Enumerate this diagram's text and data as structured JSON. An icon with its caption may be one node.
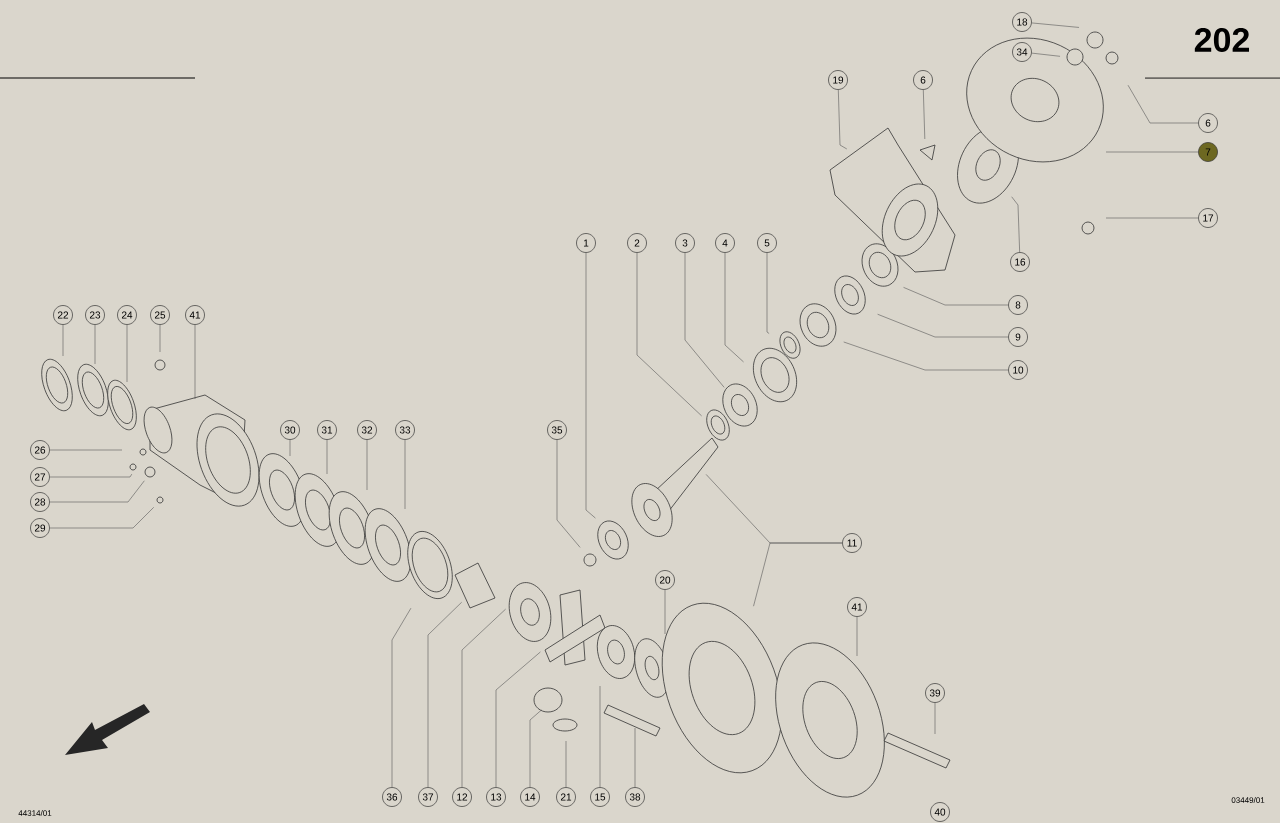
{
  "diagram": {
    "nodes": [
      {
        "text": [
          "18"
        ]
      },
      {
        "text": [
          "34"
        ]
      },
      {
        "text": [
          "19"
        ]
      },
      {
        "text": [
          "6"
        ]
      },
      {
        "text": [
          "6"
        ]
      },
      {
        "text": [
          "7"
        ]
      },
      {
        "text": [
          "17"
        ]
      },
      {
        "text": [
          "1"
        ]
      },
      {
        "text": [
          "2"
        ]
      },
      {
        "text": [
          "3"
        ]
      },
      {
        "text": [
          "4"
        ]
      },
      {
        "text": [
          "5"
        ]
      },
      {
        "text": [
          "16"
        ]
      },
      {
        "text": [
          "8"
        ]
      },
      {
        "text": [
          "22"
        ]
      },
      {
        "text": [
          "23"
        ]
      },
      {
        "text": [
          "24"
        ]
      },
      {
        "text": [
          "25"
        ]
      },
      {
        "text": [
          "41"
        ]
      },
      {
        "text": [
          "9"
        ]
      },
      {
        "text": [
          "10"
        ]
      },
      {
        "text": [
          "30"
        ]
      },
      {
        "text": [
          "31"
        ]
      },
      {
        "text": [
          "32"
        ]
      },
      {
        "text": [
          "33"
        ]
      },
      {
        "text": [
          "35"
        ]
      },
      {
        "text": [
          "26"
        ]
      },
      {
        "text": [
          "27"
        ]
      },
      {
        "text": [
          "28"
        ]
      },
      {
        "text": [
          "29"
        ]
      },
      {
        "text": [
          "11"
        ]
      },
      {
        "text": [
          "20"
        ]
      },
      {
        "text": [
          "41"
        ]
      },
      {
        "text": [
          "39"
        ]
      },
      {
        "text": [
          "36"
        ]
      },
      {
        "text": [
          "37"
        ]
      },
      {
        "text": [
          "12"
        ]
      },
      {
        "text": [
          "13"
        ]
      },
      {
        "text": [
          "14"
        ]
      },
      {
        "text": [
          "21"
        ]
      },
      {
        "text": [
          "15"
        ]
      },
      {
        "text": [
          "38"
        ]
      },
      {
        "text": [
          "40"
        ]
      }
    ],
    "edges": [
      {
        "from": 0,
        "to": null,
        "arrow": "none"
      },
      {
        "from": 1,
        "to": null,
        "arrow": "none"
      },
      {
        "from": 2,
        "to": null,
        "arrow": "none"
      },
      {
        "from": 3,
        "to": null,
        "arrow": "none"
      },
      {
        "from": 4,
        "to": null,
        "arrow": "none"
      },
      {
        "from": 5,
        "to": null,
        "arrow": "none"
      },
      {
        "from": 6,
        "to": null,
        "arrow": "none"
      },
      {
        "from": 7,
        "to": null,
        "arrow": "none"
      },
      {
        "from": 8,
        "to": null,
        "arrow": "none"
      },
      {
        "from": 9,
        "to": null,
        "arrow": "none"
      },
      {
        "from": 10,
        "to": null,
        "arrow": "none"
      },
      {
        "from": 11,
        "to": null,
        "arrow": "none"
      },
      {
        "from": 12,
        "to": null,
        "arrow": "none"
      },
      {
        "from": 13,
        "to": null,
        "arrow": "none"
      },
      {
        "from": 14,
        "to": null,
        "arrow": "none"
      },
      {
        "from": 15,
        "to": null,
        "arrow": "none"
      },
      {
        "from": 16,
        "to": null,
        "arrow": "none"
      },
      {
        "from": 17,
        "to": null,
        "arrow": "none"
      },
      {
        "from": 18,
        "to": null,
        "arrow": "none"
      },
      {
        "from": 19,
        "to": null,
        "arrow": "none"
      },
      {
        "from": 20,
        "to": null,
        "arrow": "none"
      },
      {
        "from": 21,
        "to": null,
        "arrow": "none"
      },
      {
        "from": 22,
        "to": null,
        "arrow": "none"
      },
      {
        "from": 23,
        "to": null,
        "arrow": "none"
      },
      {
        "from": 24,
        "to": null,
        "arrow": "none"
      },
      {
        "from": 25,
        "to": null,
        "arrow": "none"
      },
      {
        "from": 26,
        "to": null,
        "arrow": "none"
      },
      {
        "from": 27,
        "to": null,
        "arrow": "none"
      },
      {
        "from": 28,
        "to": null,
        "arrow": "none"
      },
      {
        "from": 29,
        "to": null,
        "arrow": "none"
      },
      {
        "from": 30,
        "to": null,
        "arrow": "none"
      },
      {
        "from": 30,
        "to": null,
        "arrow": "none"
      },
      {
        "from": 31,
        "to": null,
        "arrow": "none"
      },
      {
        "from": 32,
        "to": null,
        "arrow": "none"
      },
      {
        "from": 33,
        "to": null,
        "arrow": "none"
      },
      {
        "from": 34,
        "to": null,
        "arrow": "none"
      },
      {
        "from": 35,
        "to": null,
        "arrow": "none"
      },
      {
        "from": 36,
        "to": null,
        "arrow": "none"
      },
      {
        "from": 37,
        "to": null,
        "arrow": "none"
      },
      {
        "from": 38,
        "to": null,
        "arrow": "none"
      },
      {
        "from": 39,
        "to": null,
        "arrow": "none"
      },
      {
        "from": 40,
        "to": null,
        "arrow": "none"
      },
      {
        "from": 41,
        "to": null,
        "arrow": "none"
      }
    ],
    "labels": [
      "202",
      "44314/01",
      "03449/01"
    ]
  }
}
